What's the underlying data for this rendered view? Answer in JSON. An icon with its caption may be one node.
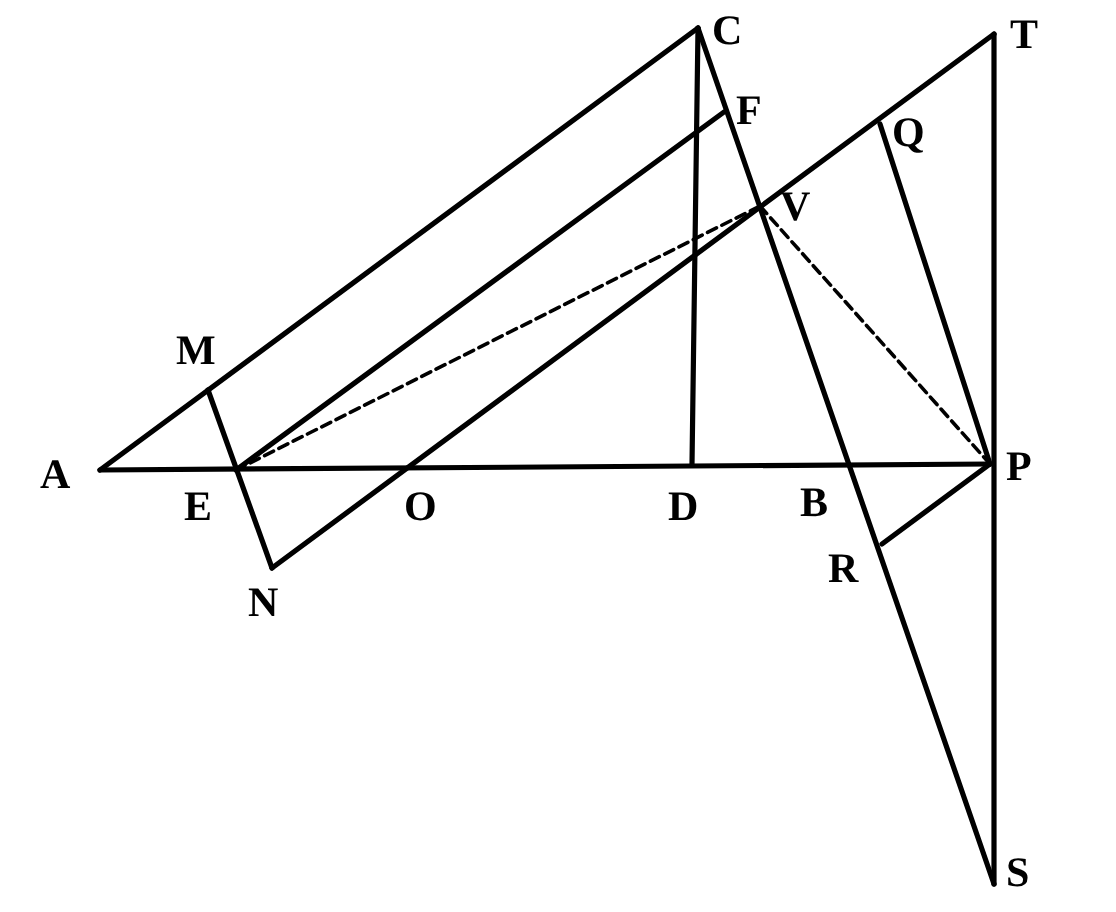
{
  "diagram": {
    "nodes": [
      {
        "text": [
          "C"
        ]
      },
      {
        "text": [
          "T"
        ]
      },
      {
        "text": [
          "F"
        ]
      },
      {
        "text": [
          "Q"
        ]
      },
      {
        "text": [
          "V"
        ]
      },
      {
        "text": [
          "M"
        ]
      },
      {
        "text": [
          "A"
        ]
      },
      {
        "text": [
          "E"
        ]
      },
      {
        "text": [
          "O"
        ]
      },
      {
        "text": [
          "D"
        ]
      },
      {
        "text": [
          "B"
        ]
      },
      {
        "text": [
          "P"
        ]
      },
      {
        "text": [
          "R"
        ]
      },
      {
        "text": [
          "N"
        ]
      },
      {
        "text": [
          "S"
        ]
      }
    ],
    "edges": [
      {
        "from": 6,
        "to": 11,
        "arrow": "none"
      },
      {
        "from": 6,
        "to": 0,
        "arrow": "none"
      },
      {
        "from": 0,
        "to": 9,
        "arrow": "none"
      },
      {
        "from": 0,
        "to": 14,
        "arrow": "none"
      },
      {
        "from": 1,
        "to": 14,
        "arrow": "none"
      },
      {
        "from": 7,
        "to": 2,
        "arrow": "none"
      },
      {
        "from": 13,
        "to": 1,
        "arrow": "none"
      },
      {
        "from": 5,
        "to": 13,
        "arrow": "none"
      },
      {
        "from": 3,
        "to": 11,
        "arrow": "none"
      },
      {
        "from": 11,
        "to": 12,
        "arrow": "none"
      },
      {
        "from": 7,
        "to": 4,
        "arrow": "none",
        "style": "dashed"
      },
      {
        "from": 4,
        "to": 11,
        "arrow": "none",
        "style": "dashed"
      }
    ]
  }
}
